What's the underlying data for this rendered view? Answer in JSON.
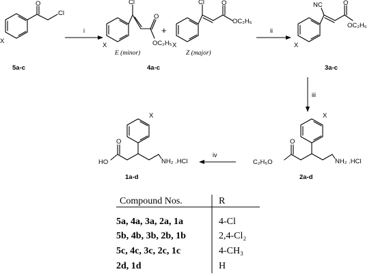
{
  "compounds": {
    "c5": {
      "label": "5a-c",
      "atoms": {
        "cl": "Cl",
        "o": "O",
        "x": "X"
      }
    },
    "c4E": {
      "caption": "E (minor)",
      "atoms": {
        "cl": "Cl",
        "o": "O",
        "x": "X",
        "ester": "OC₂H₅"
      }
    },
    "c4Z": {
      "caption": "Z (major)",
      "atoms": {
        "cl": "Cl",
        "o": "O",
        "x": "X",
        "ester": "OC₂H₅"
      }
    },
    "c4label": "4a-c",
    "plus": "+",
    "c3": {
      "label": "3a-c",
      "atoms": {
        "nc": "NC",
        "o": "O",
        "x": "X",
        "ester": "OC₂H₅"
      }
    },
    "c2": {
      "label": "2a-d",
      "atoms": {
        "x": "X",
        "o": "O",
        "ethyl": "C₂H₅O",
        "amine": "NH₂ .HCl"
      }
    },
    "c1": {
      "label": "1a-d",
      "atoms": {
        "x": "X",
        "oh": "HO",
        "o": "O",
        "amine": "NH₂ .HCl"
      }
    }
  },
  "steps": {
    "i": "i",
    "ii": "ii",
    "iii": "iii",
    "iv": "iv"
  },
  "table": {
    "headers": [
      "Compound Nos.",
      "R"
    ],
    "rows": [
      {
        "compounds": "5a, 4a, 3a, 2a, 1a",
        "r": "4-Cl"
      },
      {
        "compounds": "5b, 4b, 3b, 2b, 1b",
        "r": "2,4-Cl₂"
      },
      {
        "compounds": "5c, 4c, 3c, 2c, 1c",
        "r": "4-CH₃"
      },
      {
        "compounds": "2d, 1d",
        "r": "H"
      }
    ]
  }
}
